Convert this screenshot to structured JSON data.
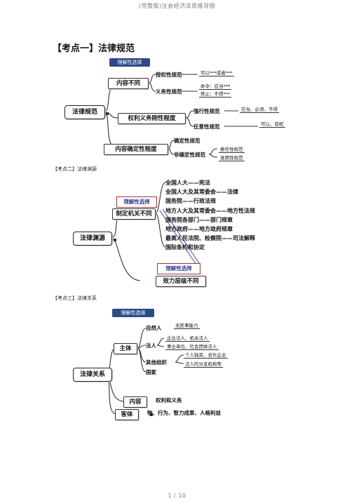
{
  "page_header": "(完整版)注会经济法思维导图",
  "footer": "1 / 10",
  "s1": {
    "title": "【考点一】法律规范",
    "root": "法律规范",
    "badge": "理解性选择",
    "n_content": "内容不同",
    "n_rights": "权利义务刚性程度",
    "n_certain": "内容确定性程度",
    "authorize": "授权性规范",
    "auth_note": "可以***或者***",
    "duty": "义务性规范",
    "duty_note1": "命令：应当***",
    "duty_note2": "禁止：不得***",
    "mandatory": "强行性规范",
    "mandatory_note": "应当、必须、不得",
    "optional": "任意性规范",
    "optional_note": "可以、有权",
    "definite": "确定性规范",
    "indefinite": "非确定性规范",
    "delegated": "委任性规范",
    "quasi": "准用性规范"
  },
  "s2": {
    "title": "【考点二】法律渊源",
    "root": "法律渊源",
    "badge": "理解性选择",
    "n_maker": "制定机关不同",
    "badge2": "理解性选择",
    "n_effect": "效力层级不同",
    "items": [
      "全国人大——宪法",
      "全国人大及其常委会——法律",
      "国务院——行政法规",
      "地方人大及其常委会——地方性法规",
      "国务院各部门——部门规章",
      "地方政府——地方政府规章",
      "最高人民法院、检察院——司法解释",
      "国际条约和协定"
    ]
  },
  "s3": {
    "title": "【考点三】法律关系",
    "root": "法律关系",
    "badge": "理解性选择",
    "n_subject": "主体",
    "natural": "自然人",
    "natural_note": "无民事能力",
    "legal": "法人",
    "legal_note1": "企业法人、机关法人",
    "legal_note2": "事业单位、社会团体法人",
    "other": "其他组织",
    "other_note1": "个人独资、合伙企业",
    "other_note2": "法人的分支机构等",
    "state": "国家",
    "n_content": "内容",
    "content_note": "权利和义务",
    "n_object": "客体",
    "object_note": "物、行为、智力成果、人格利益"
  }
}
